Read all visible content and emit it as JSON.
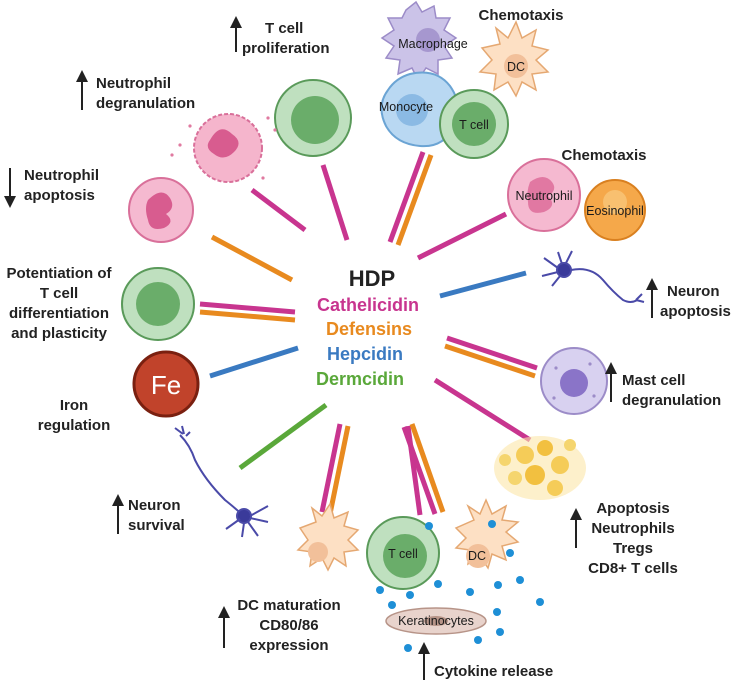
{
  "legend": {
    "title": "HDP",
    "items": [
      {
        "label": "Cathelicidin",
        "color": "#c8358f"
      },
      {
        "label": "Defensins",
        "color": "#e88a1f"
      },
      {
        "label": "Hepcidin",
        "color": "#3a7ac1"
      },
      {
        "label": "Dermcidin",
        "color": "#5aa83a"
      }
    ]
  },
  "effects": {
    "t_cell_proliferation": {
      "line1": "T cell",
      "line2": "proliferation",
      "arrow": "up"
    },
    "chemotaxis_top": {
      "text": "Chemotaxis"
    },
    "neutrophil_degranulation": {
      "line1": "Neutrophil",
      "line2": "degranulation",
      "arrow": "up"
    },
    "neutrophil_apoptosis": {
      "line1": "Neutrophil",
      "line2": "apoptosis",
      "arrow": "down"
    },
    "chemotaxis_right": {
      "text": "Chemotaxis"
    },
    "potentiation": {
      "line1": "Potentiation of",
      "line2": "T cell",
      "line3": "differentiation",
      "line4": "and plasticity"
    },
    "neuron_apoptosis": {
      "line1": "Neuron",
      "line2": "apoptosis",
      "arrow": "up"
    },
    "iron_regulation": {
      "line1": "Iron",
      "line2": "regulation"
    },
    "mast_cell_degranulation": {
      "line1": "Mast cell",
      "line2": "degranulation",
      "arrow": "up"
    },
    "neuron_survival": {
      "line1": "Neuron",
      "line2": "survival",
      "arrow": "up"
    },
    "apoptosis_group": {
      "line1": "Apoptosis",
      "line2": "Neutrophils",
      "line3": "Tregs",
      "line4": "CD8+ T cells",
      "arrow": "up"
    },
    "dc_maturation": {
      "line1": "DC maturation",
      "line2": "CD80/86",
      "line3": "expression",
      "arrow": "up"
    },
    "cytokine_release": {
      "text": "Cytokine release",
      "arrow": "up"
    }
  },
  "cells": {
    "macrophage": "Macrophage",
    "dc_top": "DC",
    "monocyte": "Monocyte",
    "t_cell_top": "T cell",
    "neutrophil": "Neutrophil",
    "eosinophil": "Eosinophil",
    "fe": "Fe",
    "t_cell_bottom": "T cell",
    "dc_bottom": "DC",
    "keratinocytes": "Keratinocytes"
  }
}
